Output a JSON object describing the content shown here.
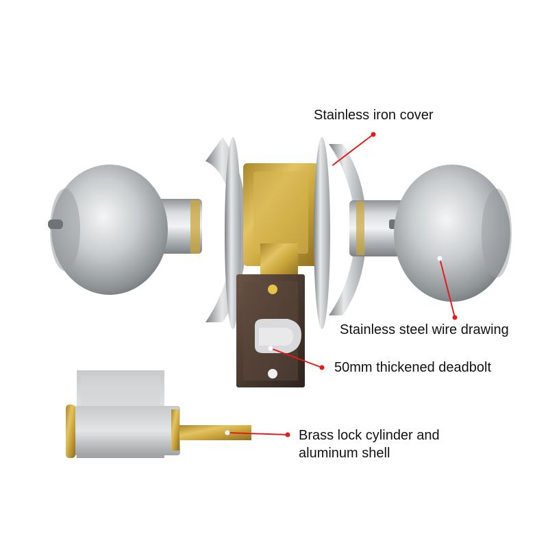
{
  "annotations": {
    "cover": "Stainless iron cover",
    "wire": "Stainless steel wire drawing",
    "deadbolt": "50mm thickened deadbolt",
    "cylinder_line1": "Brass lock cylinder and",
    "cylinder_line2": "aluminum shell"
  },
  "colors": {
    "leader": "#e31b1b",
    "steel": "#b8bcbf",
    "brass": "#c9a63a",
    "faceplate": "#4a3a30",
    "background": "#ffffff"
  }
}
